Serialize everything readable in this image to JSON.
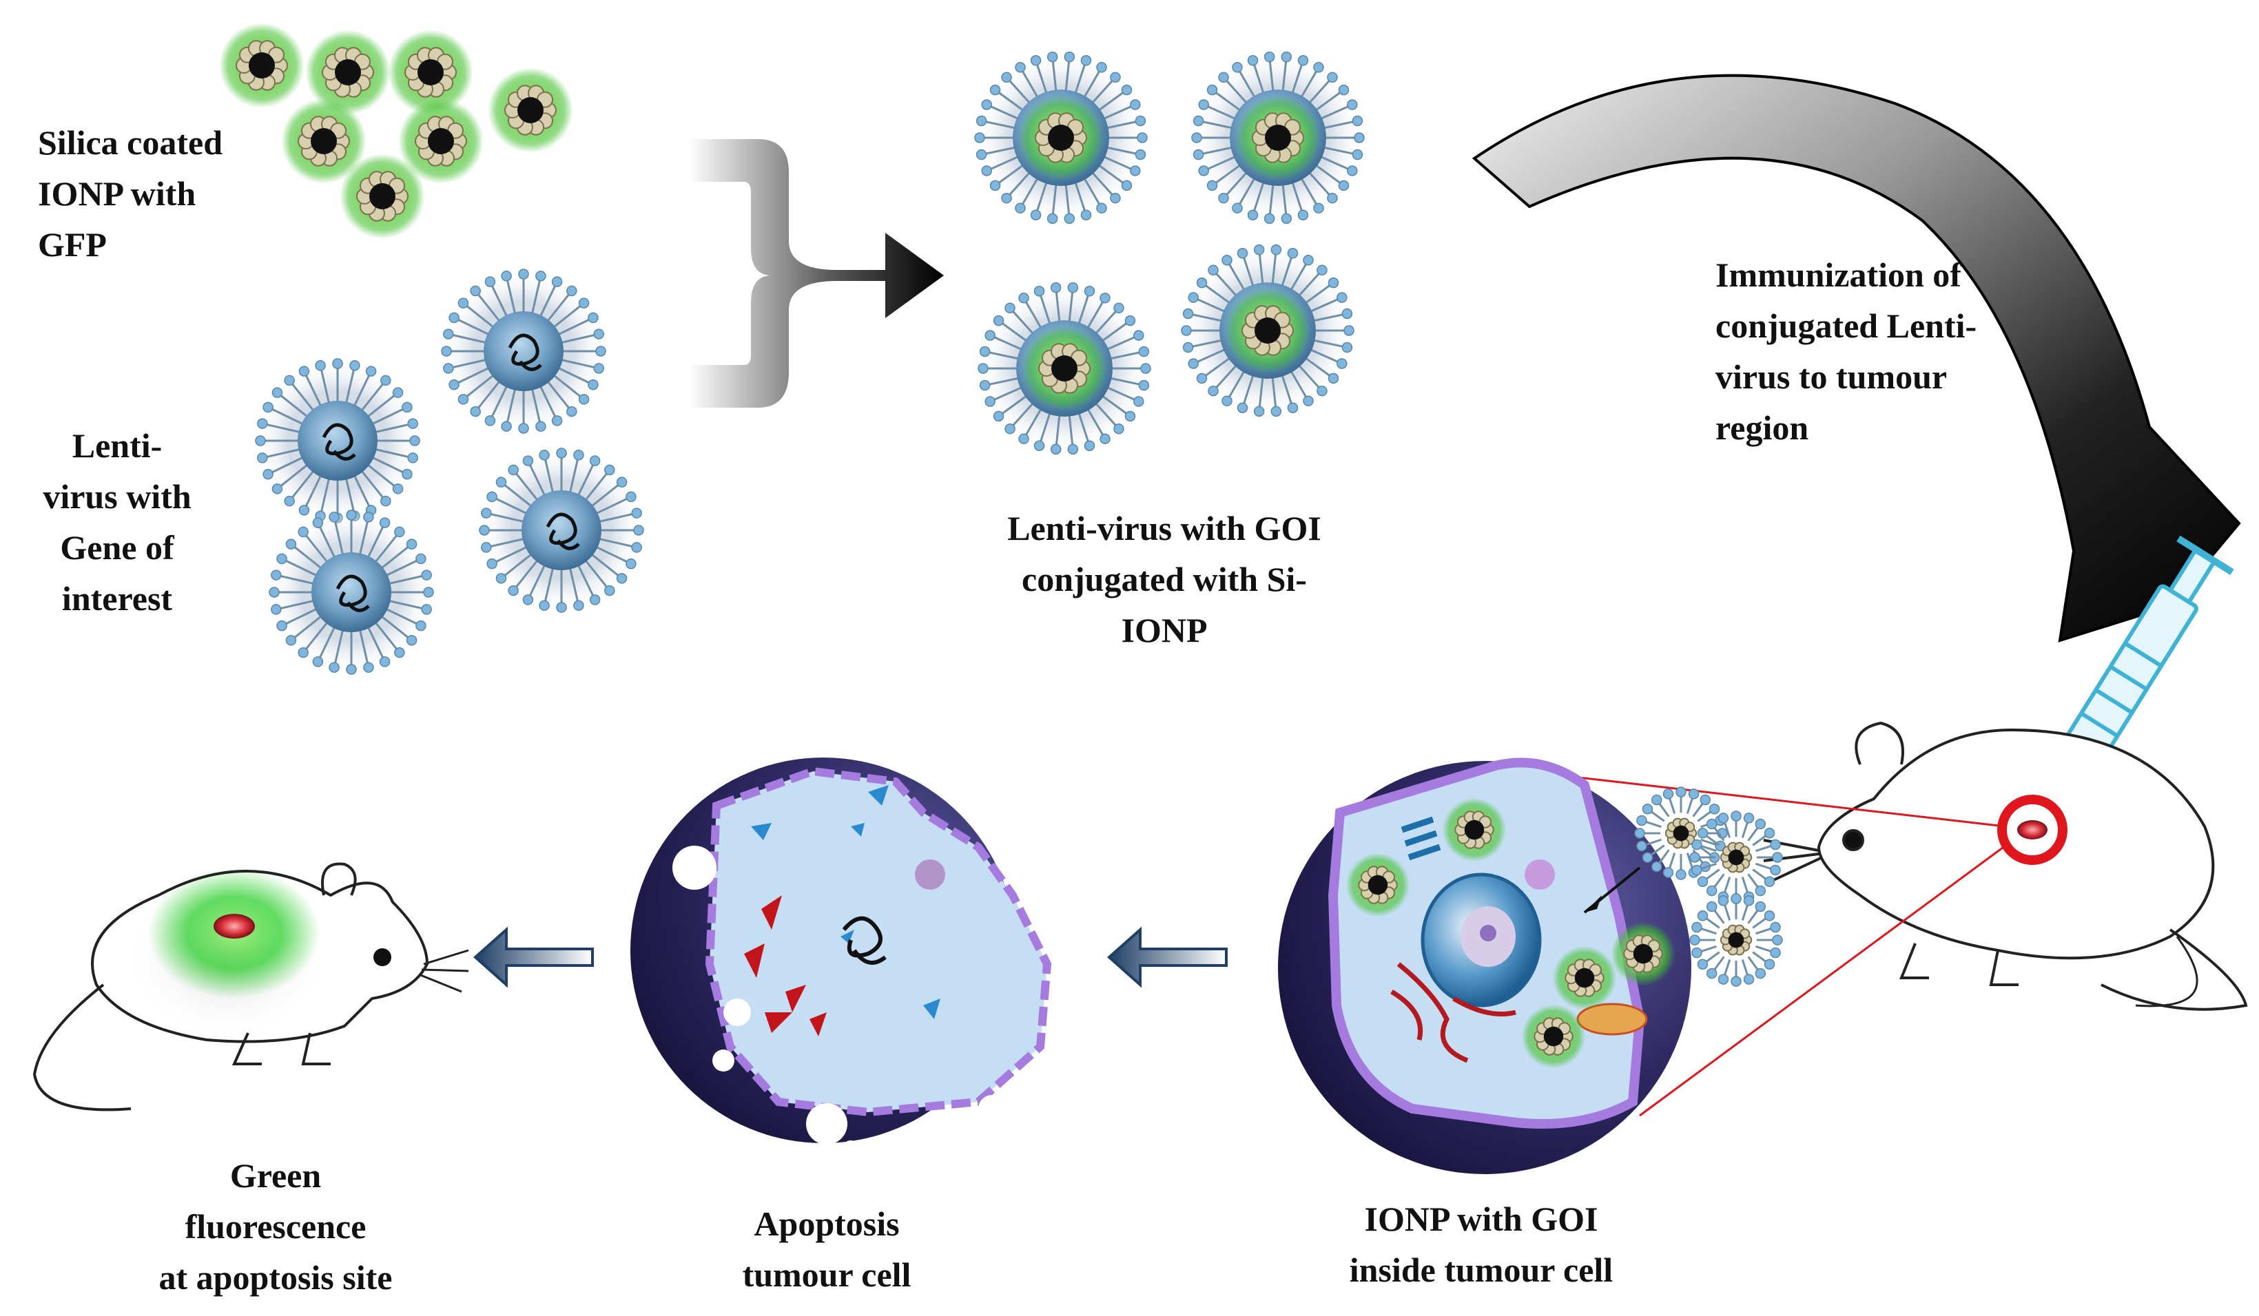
{
  "labels": {
    "silica_ionp": [
      "Silica coated",
      "IONP with",
      "GFP"
    ],
    "lentivirus": [
      "Lenti-",
      "virus with",
      "Gene of",
      "interest"
    ],
    "conjugate": [
      "Lenti-virus with GOI",
      "conjugated with Si-",
      "IONP"
    ],
    "immunization": [
      "Immunization of",
      "conjugated Lenti-",
      "virus to tumour",
      "region"
    ],
    "inside_cell": [
      "IONP with GOI",
      "inside tumour cell"
    ],
    "apoptosis": [
      "Apoptosis",
      "tumour cell"
    ],
    "fluorescence": [
      "Green",
      "fluorescence",
      "at apoptosis site"
    ]
  },
  "colors": {
    "gfp_glow": "#3fbf2a",
    "silica_shell": "#d8cfae",
    "iron_core": "#111111",
    "virus_body": "#5b8fb5",
    "spike": "#7fb6dd",
    "cell_dark": "#2d2860",
    "cell_membrane": "#a57be0",
    "cytoplasm": "#c6def4",
    "arrow_dark": "#111111",
    "highlight_red": "#e0161c"
  },
  "icons": [
    "merge-arrow-icon",
    "curved-arrow-icon",
    "syringe-icon",
    "mouse-icon",
    "left-arrow-icon"
  ]
}
